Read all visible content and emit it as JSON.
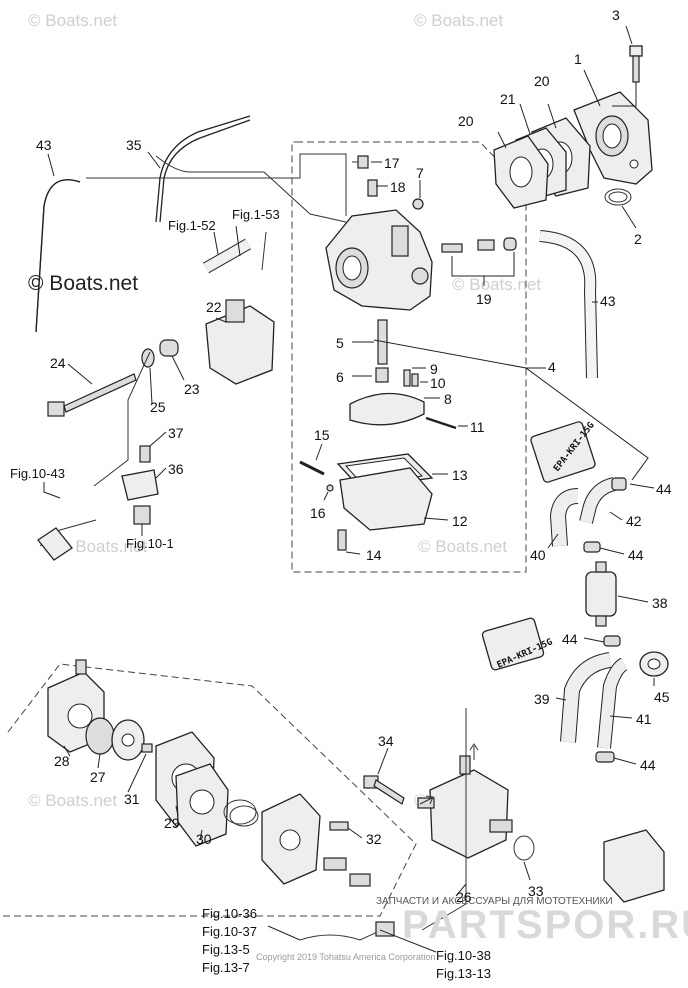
{
  "watermarks": {
    "top_left": "© Boats.net",
    "top_right": "© Boats.net",
    "mid_left": "© Boats.net",
    "mid_right_1": "© Boats.net",
    "mid_right_2": "© Boats.net",
    "low_left": "© Boats.net",
    "low_left_2": "© Boats.net",
    "low_right": "© Boats.net"
  },
  "brand": {
    "tagline": "ЗАПЧАСТИ И АКСЕССУАРЫ ДЛЯ МОТОТЕХНИКИ",
    "logo_text": "PARTSPOR.RU",
    "copyright": "Copyright 2019 Tohatsu America Corporation"
  },
  "tags": {
    "upper": "EPA-KRI-15G",
    "lower": "EPA-KRI-15G"
  },
  "part_numbers": {
    "p1": "1",
    "p2": "2",
    "p3": "3",
    "p4": "4",
    "p5": "5",
    "p6": "6",
    "p8": "8",
    "p9": "9",
    "p10": "10",
    "p11": "11",
    "p12": "12",
    "p13": "13",
    "p14": "14",
    "p15": "15",
    "p16": "16",
    "p17": "17",
    "p18": "18",
    "p19": "19",
    "p20a": "20",
    "p20b": "20",
    "p21": "21",
    "p22": "22",
    "p23": "23",
    "p24": "24",
    "p25": "25",
    "p26": "26",
    "p27": "27",
    "p28": "28",
    "p29": "29",
    "p30": "30",
    "p31": "31",
    "p32": "32",
    "p33": "33",
    "p34": "34",
    "p35": "35",
    "p36": "36",
    "p37": "37",
    "p38": "38",
    "p39": "39",
    "p40": "40",
    "p41": "41",
    "p42": "42",
    "p43a": "43",
    "p43b": "43",
    "p44a": "44",
    "p44b": "44",
    "p44c": "44",
    "p44d": "44",
    "p45": "45",
    "p7": "7"
  },
  "figure_refs": {
    "f1_52": "Fig.1-52",
    "f1_53": "Fig.1-53",
    "f10_43": "Fig.10-43",
    "f10_1": "Fig.10-1",
    "f10_36": "Fig.10-36",
    "f10_37": "Fig.10-37",
    "f13_5": "Fig.13-5",
    "f13_7": "Fig.13-7",
    "f10_38": "Fig.10-38",
    "f13_13": "Fig.13-13"
  }
}
